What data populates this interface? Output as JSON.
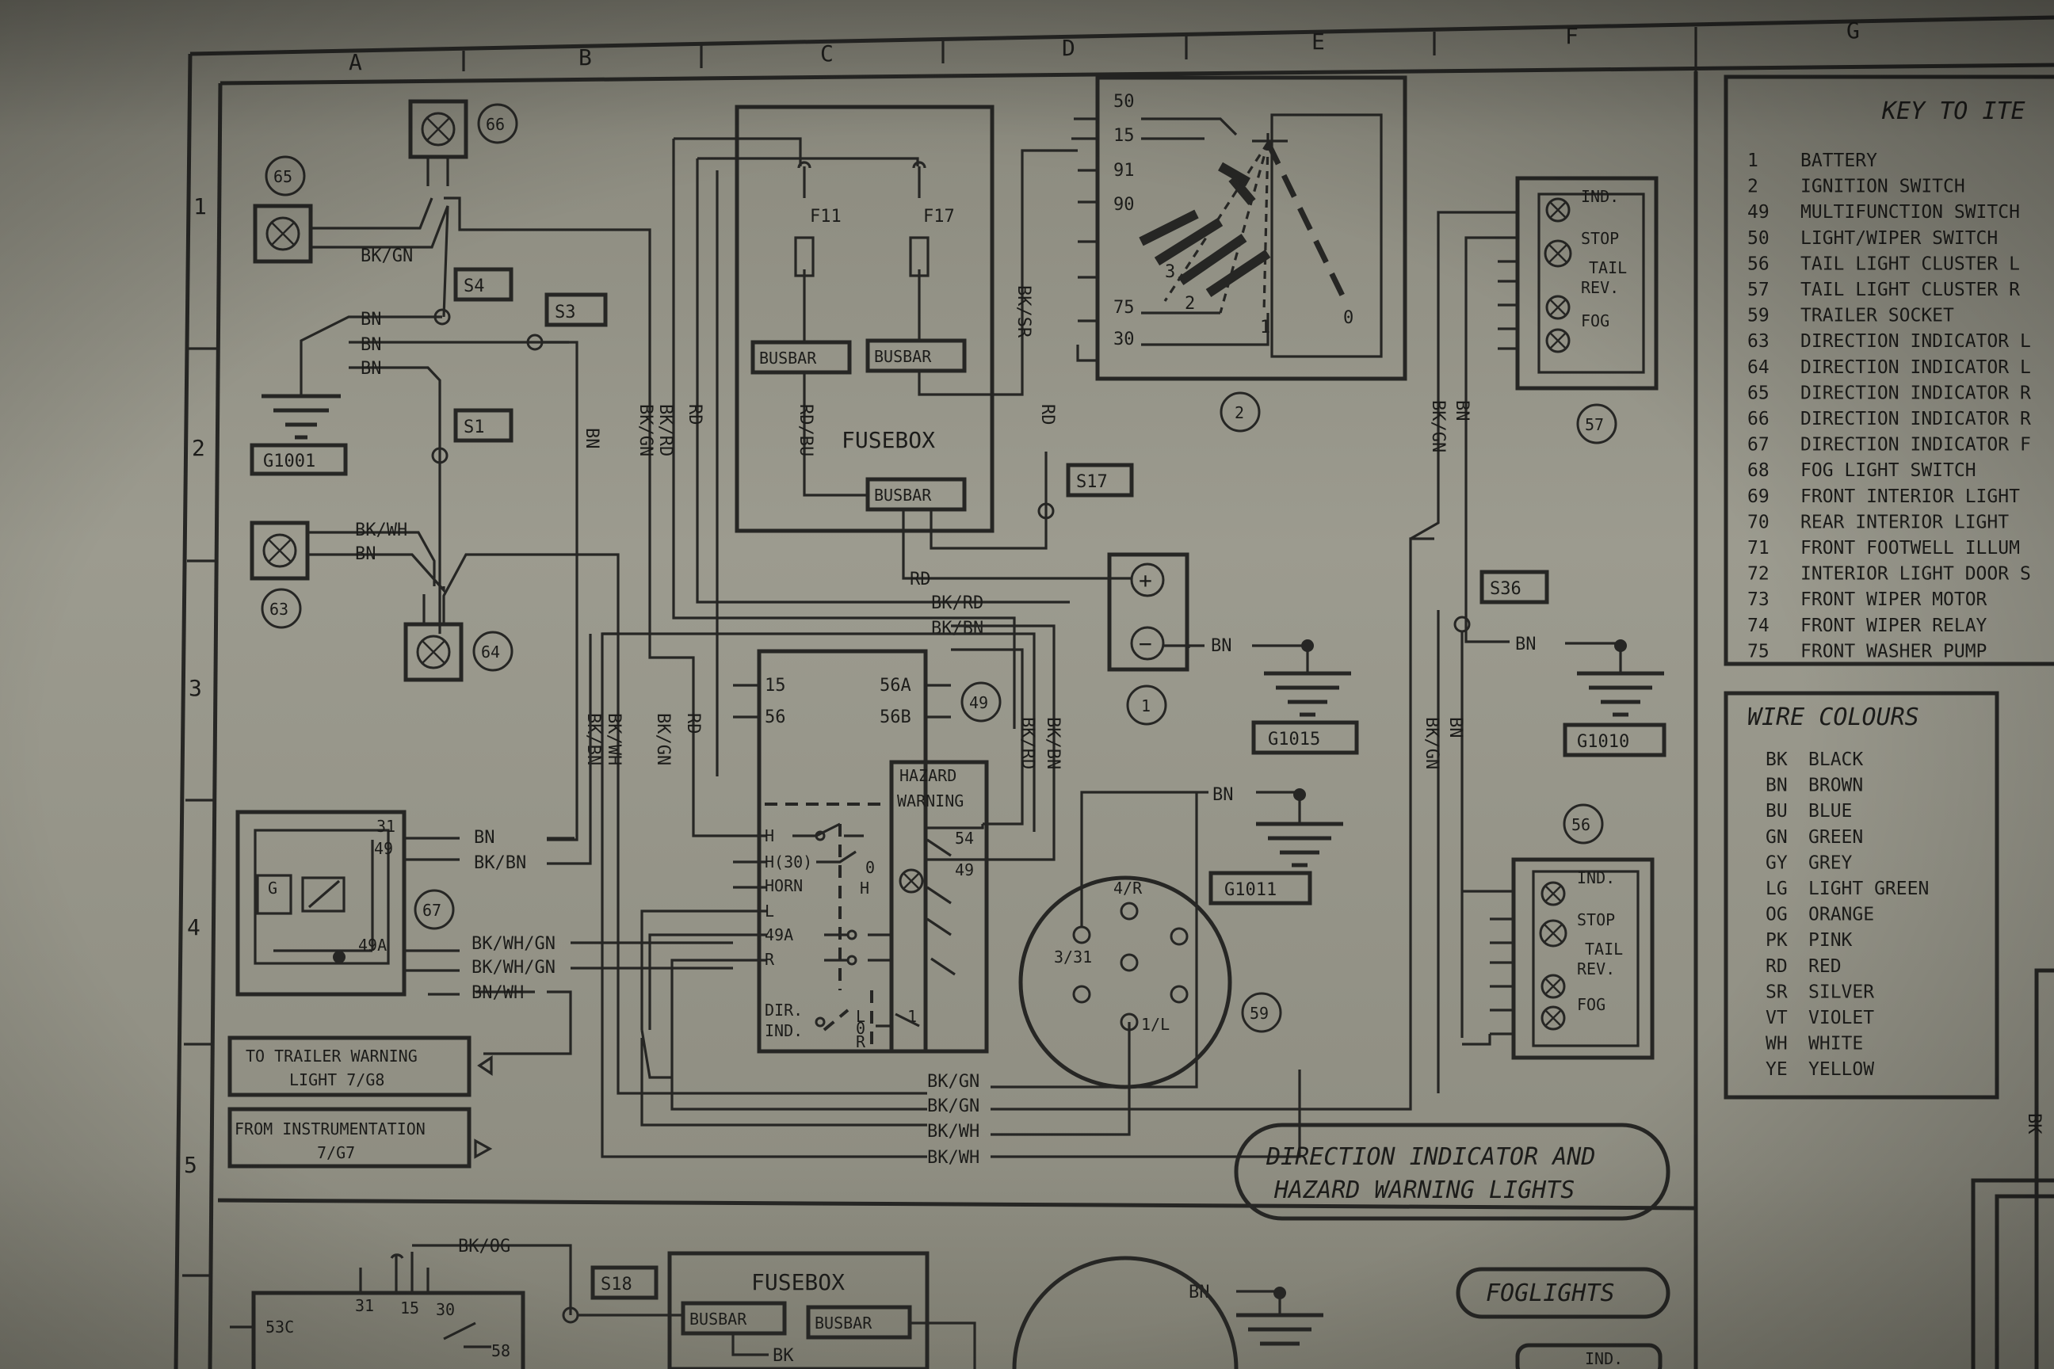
{
  "grid": {
    "columns": [
      "A",
      "B",
      "C",
      "D",
      "E",
      "F",
      "G"
    ],
    "rows": [
      "1",
      "2",
      "3",
      "4",
      "5"
    ]
  },
  "components": {
    "c66": "66",
    "c65": "65",
    "c63": "63",
    "c64": "64",
    "c67": "67",
    "c49": "49",
    "c1": "1",
    "c2": "2",
    "c57": "57",
    "c56": "56",
    "c59": "59"
  },
  "splices": {
    "s4": "S4",
    "s3": "S3",
    "s1": "S1",
    "s17": "S17",
    "s36": "S36",
    "s18": "S18"
  },
  "grounds": {
    "g1001": "G1001",
    "g1015": "G1015",
    "g1010": "G1010",
    "g1011": "G1011"
  },
  "wires": {
    "bkgn": "BK/GN",
    "bn": "BN",
    "bkwh": "BK/WH",
    "bkbn": "BK/BN",
    "bkrd": "BK/RD",
    "rd": "RD",
    "rdbu": "RD/BU",
    "bksr": "BK/SR",
    "bkwhgn": "BK/WH/GN",
    "bnwh": "BN/WH",
    "bkog": "BK/OG",
    "bk": "BK"
  },
  "fusebox": {
    "label": "FUSEBOX",
    "busbar": "BUSBAR",
    "f11": "F11",
    "f17": "F17"
  },
  "wiper_switch": {
    "t50": "50",
    "t15": "15",
    "t91": "91",
    "t90": "90",
    "t75": "75",
    "t30": "30",
    "p3": "3",
    "p2": "2",
    "p1": "1",
    "p0": "0"
  },
  "multifunction": {
    "t15": "15",
    "t56": "56",
    "t56a": "56A",
    "t56b": "56B",
    "hazard_line1": "HAZARD",
    "hazard_line2": "WARNING",
    "h": "H",
    "h30": "H(30)",
    "horn": "HORN",
    "l": "L",
    "t49a": "49A",
    "r": "R",
    "dir1": "DIR.",
    "dir2": "IND.",
    "t54": "54",
    "t49": "49",
    "sw_l": "L",
    "sw_0": "0",
    "sw_r": "R",
    "sw_h": "H",
    "sw_1": "1"
  },
  "relay67": {
    "t31": "31",
    "t49": "49",
    "t49a": "49A",
    "g": "G"
  },
  "lamp_cluster": {
    "ind": "IND.",
    "stop": "STOP",
    "tail": "TAIL",
    "rev": "REV.",
    "fog": "FOG"
  },
  "battery": {
    "plus": "+",
    "minus": "−"
  },
  "socket59": {
    "p4r": "4/R",
    "p331": "3/31",
    "p1l": "1/L"
  },
  "notes": {
    "trailer_warning": "TO TRAILER WARNING",
    "trailer_warning2": "LIGHT 7/G8",
    "from_instr": "FROM INSTRUMENTATION",
    "from_instr2": "7/G7"
  },
  "section_title": {
    "line1": "DIRECTION INDICATOR AND",
    "line2": "HAZARD WARNING LIGHTS"
  },
  "foglights_title": "FOGLIGHTS",
  "lower": {
    "t53c": "53C",
    "t31": "31",
    "t15": "15",
    "t30": "30",
    "t58": "58",
    "ind": "IND."
  },
  "key": {
    "title": "KEY TO ITE",
    "items": [
      {
        "num": "1",
        "text": "BATTERY"
      },
      {
        "num": "2",
        "text": "IGNITION SWITCH"
      },
      {
        "num": "49",
        "text": "MULTIFUNCTION SWITCH"
      },
      {
        "num": "50",
        "text": "LIGHT/WIPER SWITCH"
      },
      {
        "num": "56",
        "text": "TAIL LIGHT CLUSTER L"
      },
      {
        "num": "57",
        "text": "TAIL LIGHT CLUSTER R"
      },
      {
        "num": "59",
        "text": "TRAILER SOCKET"
      },
      {
        "num": "63",
        "text": "DIRECTION INDICATOR L"
      },
      {
        "num": "64",
        "text": "DIRECTION INDICATOR L"
      },
      {
        "num": "65",
        "text": "DIRECTION INDICATOR R"
      },
      {
        "num": "66",
        "text": "DIRECTION INDICATOR R"
      },
      {
        "num": "67",
        "text": "DIRECTION INDICATOR F"
      },
      {
        "num": "68",
        "text": "FOG LIGHT SWITCH"
      },
      {
        "num": "69",
        "text": "FRONT INTERIOR LIGHT"
      },
      {
        "num": "70",
        "text": "REAR INTERIOR LIGHT"
      },
      {
        "num": "71",
        "text": "FRONT FOOTWELL ILLUM"
      },
      {
        "num": "72",
        "text": "INTERIOR LIGHT DOOR S"
      },
      {
        "num": "73",
        "text": "FRONT WIPER MOTOR"
      },
      {
        "num": "74",
        "text": "FRONT WIPER RELAY"
      },
      {
        "num": "75",
        "text": "FRONT WASHER PUMP"
      }
    ]
  },
  "wire_colours": {
    "title": "WIRE COLOURS",
    "items": [
      {
        "code": "BK",
        "name": "BLACK"
      },
      {
        "code": "BN",
        "name": "BROWN"
      },
      {
        "code": "BU",
        "name": "BLUE"
      },
      {
        "code": "GN",
        "name": "GREEN"
      },
      {
        "code": "GY",
        "name": "GREY"
      },
      {
        "code": "LG",
        "name": "LIGHT GREEN"
      },
      {
        "code": "OG",
        "name": "ORANGE"
      },
      {
        "code": "PK",
        "name": "PINK"
      },
      {
        "code": "RD",
        "name": "RED"
      },
      {
        "code": "SR",
        "name": "SILVER"
      },
      {
        "code": "VT",
        "name": "VIOLET"
      },
      {
        "code": "WH",
        "name": "WHITE"
      },
      {
        "code": "YE",
        "name": "YELLOW"
      }
    ]
  }
}
